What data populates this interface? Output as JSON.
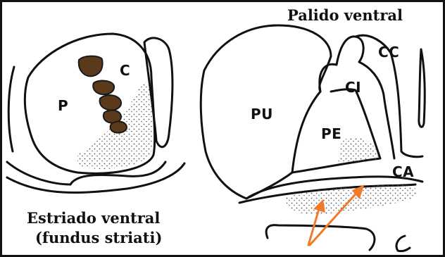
{
  "labels": {
    "p": "P",
    "c": "C",
    "pu": "PU",
    "pe": "PE",
    "ci": "CI",
    "cc": "CC",
    "ca": "CA"
  },
  "captions": {
    "left_line1": "Estriado ventral",
    "left_line2": "(fundus striati)",
    "right": "Palido ventral"
  },
  "colors": {
    "outline": "#111111",
    "stipple": "#555555",
    "arrow": "#f07a2a",
    "caudate_patch": "#5a3a1a"
  }
}
